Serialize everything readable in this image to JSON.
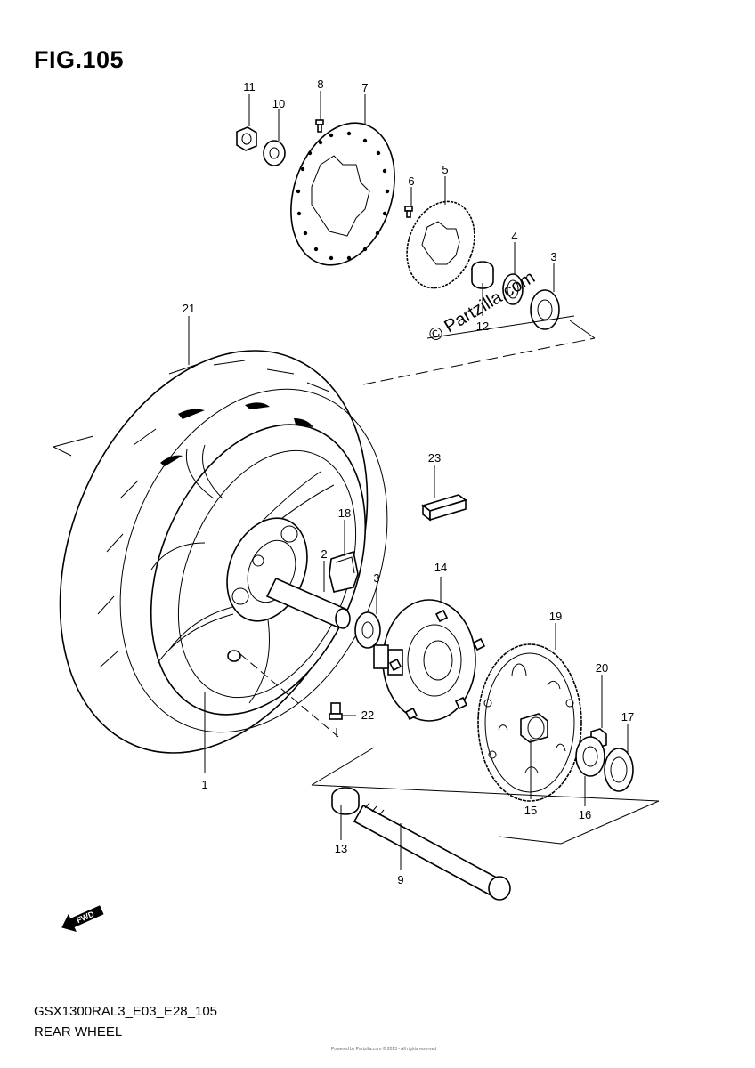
{
  "figure": {
    "title": "FIG.105",
    "model_code": "GSX1300RAL3_E03_E28_105",
    "name": "REAR WHEEL",
    "watermark": "© Partzilla.com",
    "fine_print": "Powered by Partzilla.com © 2013 - All rights reserved"
  },
  "callouts": [
    {
      "id": "c1",
      "text": "1"
    },
    {
      "id": "c2",
      "text": "2"
    },
    {
      "id": "c3a",
      "text": "3"
    },
    {
      "id": "c3b",
      "text": "3"
    },
    {
      "id": "c4",
      "text": "4"
    },
    {
      "id": "c5",
      "text": "5"
    },
    {
      "id": "c6",
      "text": "6"
    },
    {
      "id": "c7",
      "text": "7"
    },
    {
      "id": "c8",
      "text": "8"
    },
    {
      "id": "c9",
      "text": "9"
    },
    {
      "id": "c10",
      "text": "10"
    },
    {
      "id": "c11",
      "text": "11"
    },
    {
      "id": "c12",
      "text": "12"
    },
    {
      "id": "c13",
      "text": "13"
    },
    {
      "id": "c14",
      "text": "14"
    },
    {
      "id": "c15",
      "text": "15"
    },
    {
      "id": "c16",
      "text": "16"
    },
    {
      "id": "c17",
      "text": "17"
    },
    {
      "id": "c18",
      "text": "18"
    },
    {
      "id": "c19",
      "text": "19"
    },
    {
      "id": "c20",
      "text": "20"
    },
    {
      "id": "c21",
      "text": "21"
    },
    {
      "id": "c22",
      "text": "22"
    },
    {
      "id": "c23",
      "text": "23"
    }
  ],
  "fwd_badge": {
    "text": "FWD",
    "icon": "fwd-arrow-icon"
  }
}
